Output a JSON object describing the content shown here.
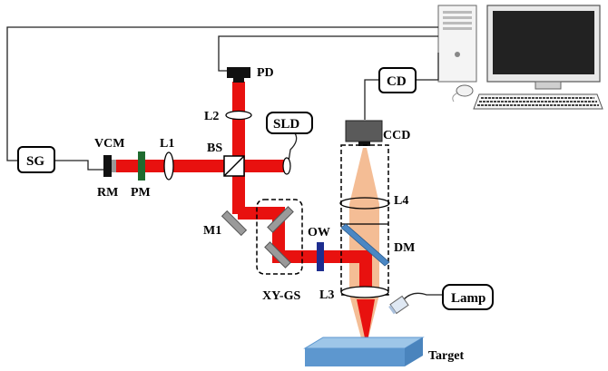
{
  "labels": {
    "pd": "PD",
    "l2": "L2",
    "sld": "SLD",
    "cd": "CD",
    "ccd": "CCD",
    "sg": "SG",
    "vcm": "VCM",
    "l1": "L1",
    "bs": "BS",
    "rm": "RM",
    "pm": "PM",
    "l4": "L4",
    "m1": "M1",
    "ow": "OW",
    "dm": "DM",
    "xygs": "XY-GS",
    "l3": "L3",
    "lamp": "Lamp",
    "target": "Target"
  },
  "colors": {
    "beam": "#e8110f",
    "illumination": "#f3b98f",
    "pm": "#1f6b2f",
    "ow": "#1d2d8f",
    "target_top": "#9ec6e8",
    "target_side": "#5d97cf"
  }
}
